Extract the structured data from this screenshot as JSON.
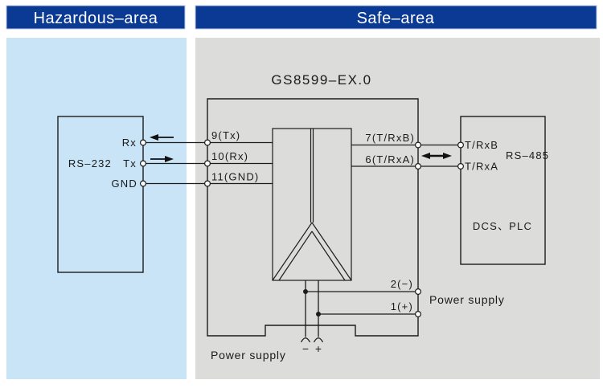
{
  "headers": {
    "hazardous": "Hazardous–area",
    "safe": "Safe–area"
  },
  "isolator": {
    "title": "GS8599–EX.0",
    "terminals": {
      "t9": "9(Tx)",
      "t10": "10(Rx)",
      "t11": "11(GND)",
      "t7": "7(T/RxB)",
      "t6": "6(T/RxA)",
      "t2": "2(−)",
      "t1": "1(+)"
    }
  },
  "rs232": {
    "label": "RS–232",
    "rx": "Rx",
    "tx": "Tx",
    "gnd": "GND"
  },
  "rs485": {
    "label": "RS–485",
    "trxb": "T/RxB",
    "trxa": "T/RxA",
    "device": "DCS、PLC"
  },
  "power": {
    "bottom_label": "Power supply",
    "right_label": "Power supply",
    "minus": "−",
    "plus": "+"
  },
  "colors": {
    "header_bg": "#0a3a94",
    "header_border": "#b9c6e0",
    "header_text": "#ffffff",
    "hazardous_bg": "#c8e4f6",
    "safe_bg": "#dcdcda",
    "line": "#1c1c1c"
  }
}
